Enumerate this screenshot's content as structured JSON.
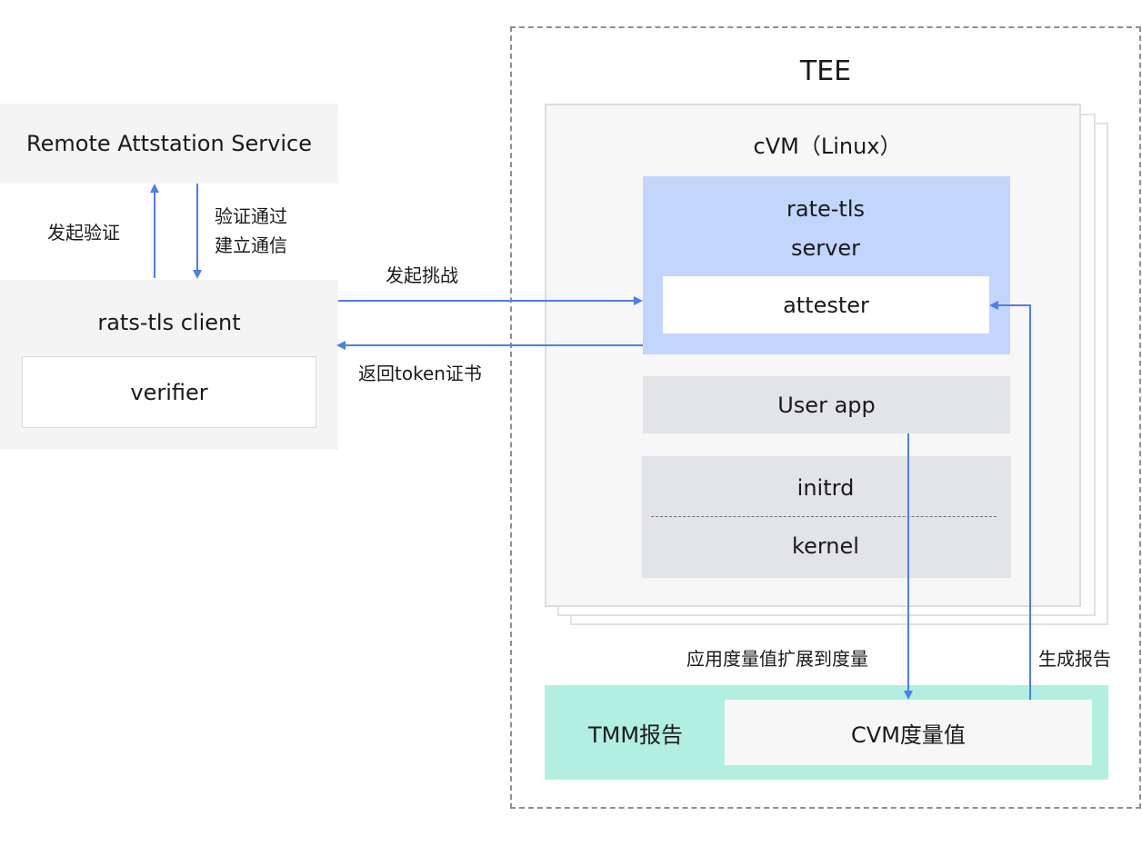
{
  "tee": {
    "title": "TEE",
    "cvm": {
      "title": "cVM（Linux）",
      "rats_server": {
        "line1": "rate-tls",
        "line2": "server",
        "attester": "attester"
      },
      "user_app": "User app",
      "initrd": "initrd",
      "kernel": "kernel"
    },
    "tmm": {
      "label": "TMM报告",
      "cvm_value": "CVM度量值"
    }
  },
  "remote_service": {
    "label": "Remote Attstation Service"
  },
  "client": {
    "title": "rats-tls client",
    "verifier": "verifier"
  },
  "arrows": {
    "initiate_verify": "发起验证",
    "verify_pass_line1": "验证通过",
    "verify_pass_line2": "建立通信",
    "challenge": "发起挑战",
    "return_token": "返回token证书",
    "measure_extend": "应用度量值扩展到度量",
    "generate_report": "生成报告"
  },
  "colors": {
    "arrow": "#4d7ef0",
    "rats_server_fill": "#c2d5fb",
    "tmm_fill": "#b3efe1",
    "grey_block": "#e3e4e7",
    "dashed_border": "#8f8f8f"
  }
}
